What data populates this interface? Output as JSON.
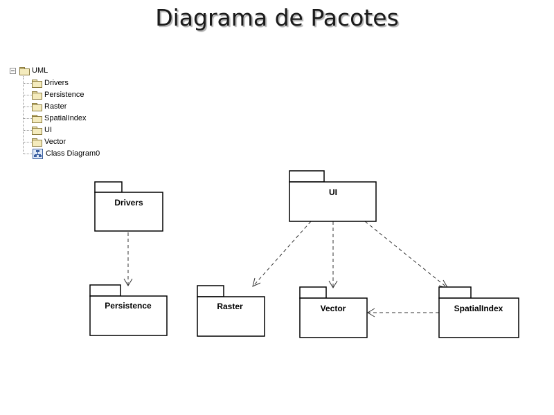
{
  "title": "Diagrama de Pacotes",
  "tree": {
    "root": "UML",
    "items": [
      {
        "label": "Drivers",
        "icon": "folder-icon"
      },
      {
        "label": "Persistence",
        "icon": "folder-icon"
      },
      {
        "label": "Raster",
        "icon": "folder-icon"
      },
      {
        "label": "SpatialIndex",
        "icon": "folder-icon"
      },
      {
        "label": "UI",
        "icon": "folder-icon"
      },
      {
        "label": "Vector",
        "icon": "folder-icon"
      },
      {
        "label": "Class Diagram0",
        "icon": "class-diagram-icon"
      }
    ]
  },
  "diagram": {
    "packages": {
      "drivers": "Drivers",
      "persistence": "Persistence",
      "raster": "Raster",
      "ui": "UI",
      "vector": "Vector",
      "spatialindex": "SpatialIndex"
    },
    "dependencies": [
      {
        "from": "Drivers",
        "to": "Persistence"
      },
      {
        "from": "UI",
        "to": "Raster"
      },
      {
        "from": "UI",
        "to": "Vector"
      },
      {
        "from": "UI",
        "to": "SpatialIndex"
      },
      {
        "from": "SpatialIndex",
        "to": "Vector"
      }
    ]
  }
}
